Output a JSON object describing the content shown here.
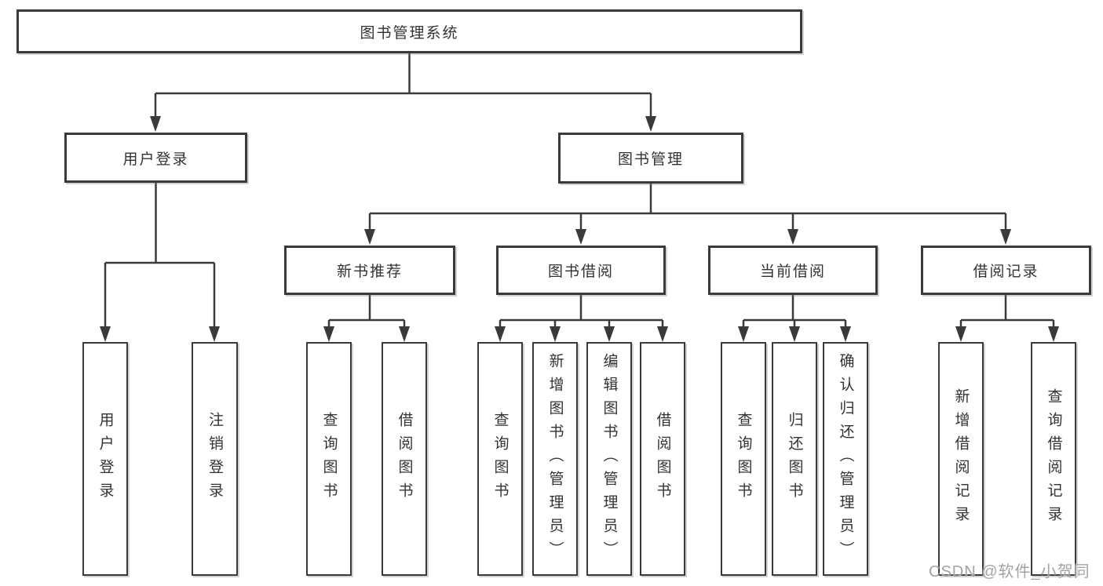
{
  "colors": {
    "line": "#3a3a3a",
    "box_border": "#3a3a3a",
    "box_fill": "#ffffff",
    "text": "#333333",
    "watermark": "#a3a3a3"
  },
  "root": {
    "label": "图书管理系统"
  },
  "branches": {
    "user_login": {
      "label": "用户登录",
      "children": [
        "用户登录",
        "注销登录"
      ]
    },
    "book_mgmt": {
      "label": "图书管理",
      "children": {
        "new_book": {
          "label": "新书推荐",
          "children": [
            "查询图书",
            "借阅图书"
          ]
        },
        "borrow": {
          "label": "图书借阅",
          "children": [
            "查询图书",
            "新增图书（管理员）",
            "编辑图书（管理员）",
            "借阅图书"
          ]
        },
        "current": {
          "label": "当前借阅",
          "children": [
            "查询图书",
            "归还图书",
            "确认归还（管理员）"
          ]
        },
        "records": {
          "label": "借阅记录",
          "children": [
            "新增借阅记录",
            "查询借阅记录"
          ]
        }
      }
    }
  },
  "watermark": "CSDN @软件_小贺同学"
}
